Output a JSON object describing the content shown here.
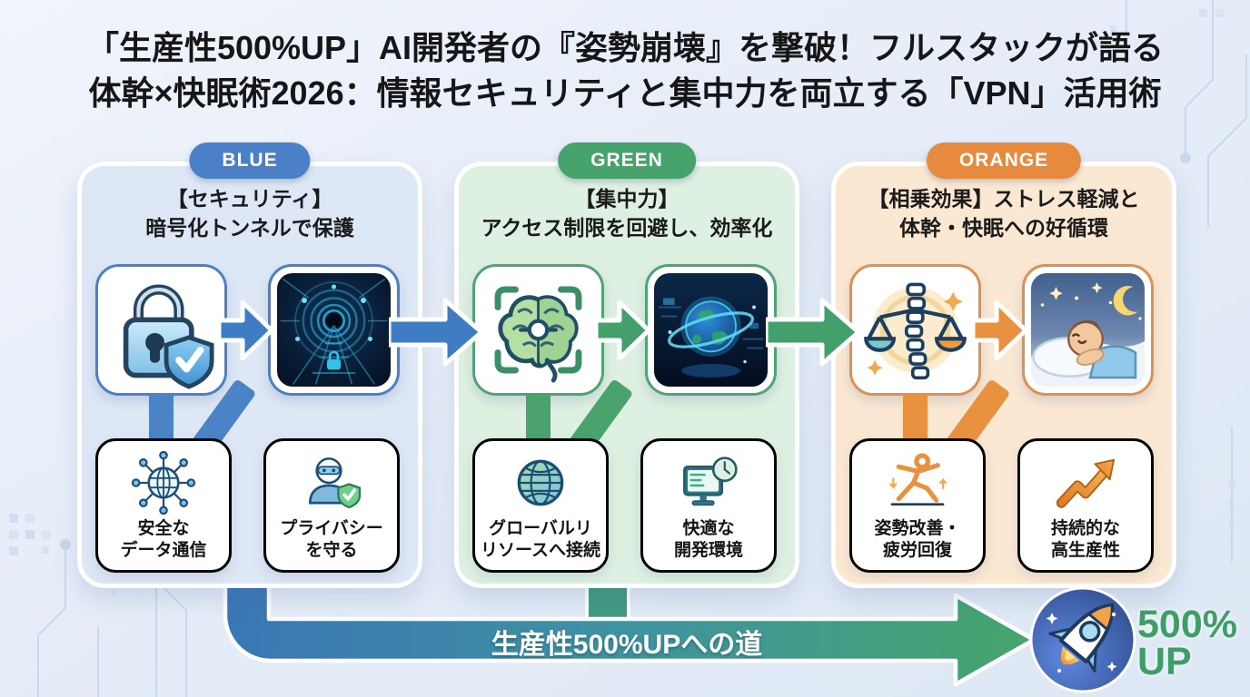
{
  "title": {
    "line1": "「生産性500%UP」AI開発者の『姿勢崩壊』を撃破！フルスタックが語る",
    "line2": "体幹×快眠術2026：情報セキュリティと集中力を両立する「VPN」活用術"
  },
  "sections": [
    {
      "badge": "BLUE",
      "heading_line1": "【セキュリティ】",
      "heading_line2": "暗号化トンネルで保護",
      "accent_color": "#4a80c8",
      "panel_bg": "#dde7f5",
      "icons": {
        "step1": "lock-shield-check-icon",
        "step2": "encrypted-tunnel-image",
        "card1": "network-globe-icon",
        "card2": "masked-user-shield-icon"
      },
      "cards": [
        {
          "line1": "安全な",
          "line2": "データ通信"
        },
        {
          "line1": "プライバシー",
          "line2": "を守る"
        }
      ]
    },
    {
      "badge": "GREEN",
      "heading_line1": "【集中力】",
      "heading_line2": "アクセス制限を回避し、効率化",
      "accent_color": "#47a36c",
      "panel_bg": "#def0e1",
      "icons": {
        "step1": "focus-brain-icon",
        "step2": "global-network-image",
        "card1": "globe-icon",
        "card2": "monitor-clock-icon"
      },
      "cards": [
        {
          "line1": "グローバルリ",
          "line2": "リソースへ接続"
        },
        {
          "line1": "快適な",
          "line2": "開発環境"
        }
      ]
    },
    {
      "badge": "ORANGE",
      "heading_line1": "【相乗効果】ストレス軽減と",
      "heading_line2": "体幹・快眠への好循環",
      "accent_color": "#e68a3e",
      "panel_bg": "#fbe8d3",
      "icons": {
        "step1": "spine-balance-scale-icon",
        "step2": "sleeping-person-image",
        "card1": "stretching-person-icon",
        "card2": "rising-arrow-icon"
      },
      "cards": [
        {
          "line1": "姿勢改善・",
          "line2": "疲労回復"
        },
        {
          "line1": "持続的な",
          "line2": "高生産性"
        }
      ]
    }
  ],
  "footer": {
    "arrow_label": "生産性500%UPへの道",
    "result_top": "500%",
    "result_bottom": "UP",
    "rocket_icon": "rocket-icon"
  },
  "colors": {
    "bar_gradient_start": "#3a76b6",
    "bar_gradient_mid": "#3f93a0",
    "bar_gradient_end": "#46a56b",
    "green_connector": "#3f9b7e",
    "result_text": "#3f9e68"
  }
}
